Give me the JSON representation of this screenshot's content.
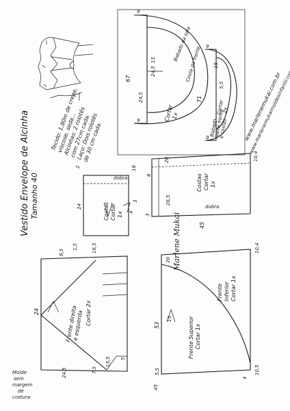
{
  "title": {
    "line1": "Vestido Envelope de Alcinha",
    "line2": "Tamanho 40"
  },
  "notes": {
    "fabric": "Tecido: 1,80m de crepe,",
    "fabric2": "viscose, seda...",
    "ruffles": "Alcinhas: 2 rolotês",
    "ruffles2": "com 27cm cada.",
    "belt": "Laço: Dois rolotês",
    "belt2": "de 30 cm cada."
  },
  "website": {
    "line1": "www.marlenemukai.com.br",
    "line2": "www.marlenemukaimoldesinfantil.com.br"
  },
  "signature": "Marlene Mukai",
  "margin_note": [
    "Molde",
    "sem",
    "margem",
    "de",
    "costura"
  ],
  "pieces": {
    "frente": {
      "label1": "Frente direita",
      "label2": "e esquerda",
      "label3": "Cortar 2x",
      "dims": [
        "8,5",
        "24",
        "1,5",
        "16,5",
        "24,5",
        "7,5",
        "15,5",
        "5"
      ]
    },
    "costas_top": {
      "label1": "Costas",
      "label2": "Cortar",
      "label3": "1x",
      "fold": "dobra",
      "dims": [
        "18",
        "24",
        "3",
        "2",
        "4"
      ]
    },
    "costas_saia": {
      "label1": "Costas",
      "label2": "Cortar",
      "label3": "1x",
      "fold": "dobra",
      "dims": [
        "26,5",
        "45",
        "8",
        "20",
        "3",
        "10,4"
      ]
    },
    "frente_saia": {
      "label_inf1": "Frente",
      "label_inf2": "Inferior",
      "label_inf3": "Cortar 1x",
      "label_sup1": "Frente Superior",
      "label_sup2": "Cortar 1x",
      "dims": [
        "53",
        "45",
        "15",
        "5,5",
        "20",
        "10,4",
        "4",
        "10,5"
      ]
    },
    "babado_saia": {
      "label1": "Babado da saia",
      "label2": "Cortar",
      "label3": "1x",
      "label4": "Costa da frente",
      "dims": [
        "67",
        "24,5",
        "24,5",
        "9",
        "9",
        "15"
      ]
    },
    "babado_barra": {
      "label1": "Babado",
      "label2": "barra frente",
      "label3": "e costas",
      "label4": "Cortar",
      "label5": "2x",
      "dims": [
        "71",
        "9",
        "5,5",
        "9",
        "15"
      ]
    }
  }
}
